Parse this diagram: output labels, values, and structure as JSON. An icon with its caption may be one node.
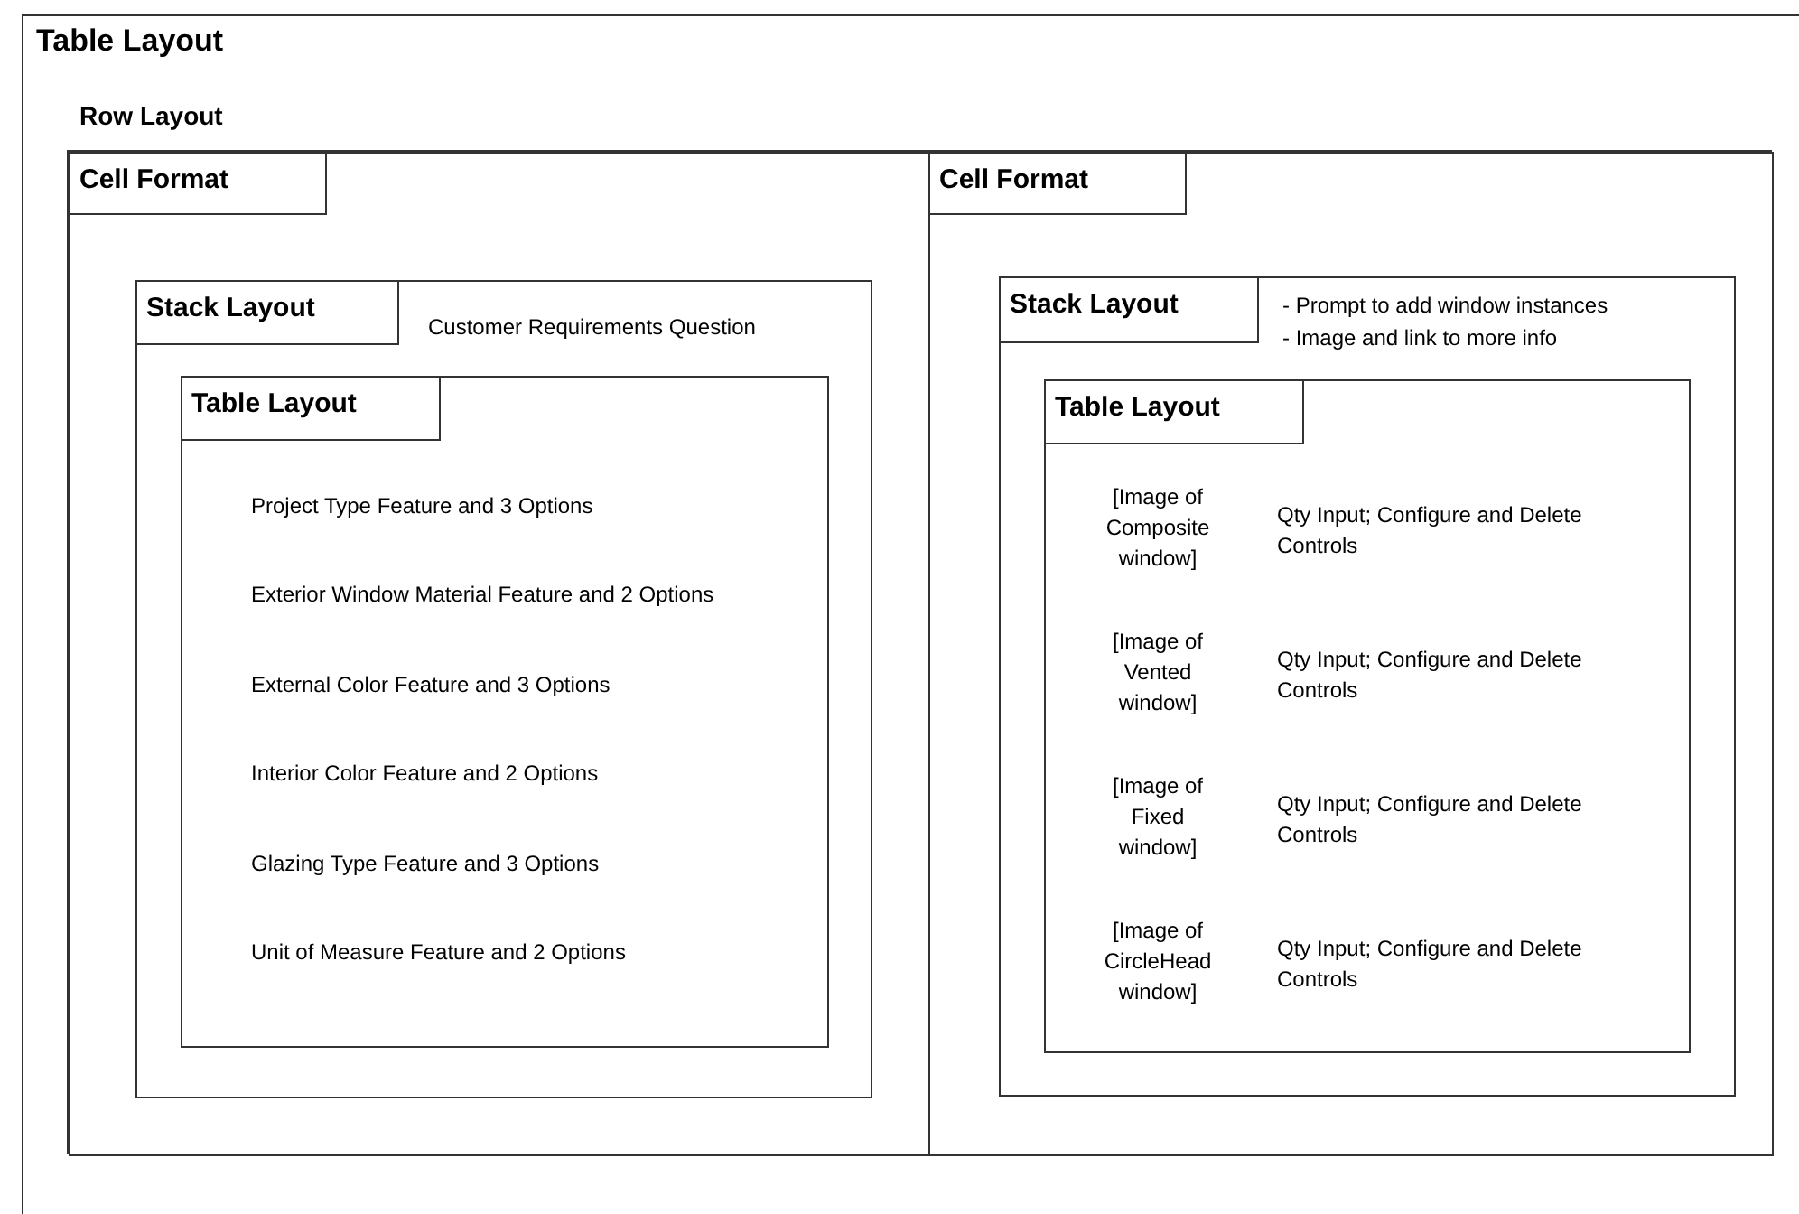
{
  "diagram": {
    "nodes": [
      {
        "text": [
          "Table Layout"
        ]
      },
      {
        "text": [
          "Row Layout"
        ],
        "in": 0
      },
      {
        "text": [
          "Cell Format"
        ],
        "in": 1
      },
      {
        "text": [
          "Stack Layout",
          "Customer Requirements Question"
        ],
        "in": 2
      },
      {
        "text": [
          "Table Layout",
          "Project Type Feature and 3 Options",
          "Exterior Window Material Feature and 2 Options",
          "External Color Feature and 3 Options",
          "Interior Color Feature and 2 Options",
          "Glazing Type Feature and 3 Options",
          "Unit of Measure Feature and 2 Options"
        ],
        "in": 3
      },
      {
        "text": [
          "Cell Format"
        ],
        "in": 1
      },
      {
        "text": [
          "Stack Layout",
          "- Prompt to add window instances",
          "- Image and link to more info"
        ],
        "in": 5
      },
      {
        "text": [
          "Table Layout",
          "[Image of Composite window]",
          "Qty Input; Configure and Delete Controls",
          "[Image of Vented window]",
          "Qty Input; Configure and Delete Controls",
          "[Image of Fixed window]",
          "Qty Input; Configure and Delete Controls",
          "[Image of CircleHead window]",
          "Qty Input; Configure and Delete Controls"
        ],
        "in": 6
      }
    ]
  }
}
